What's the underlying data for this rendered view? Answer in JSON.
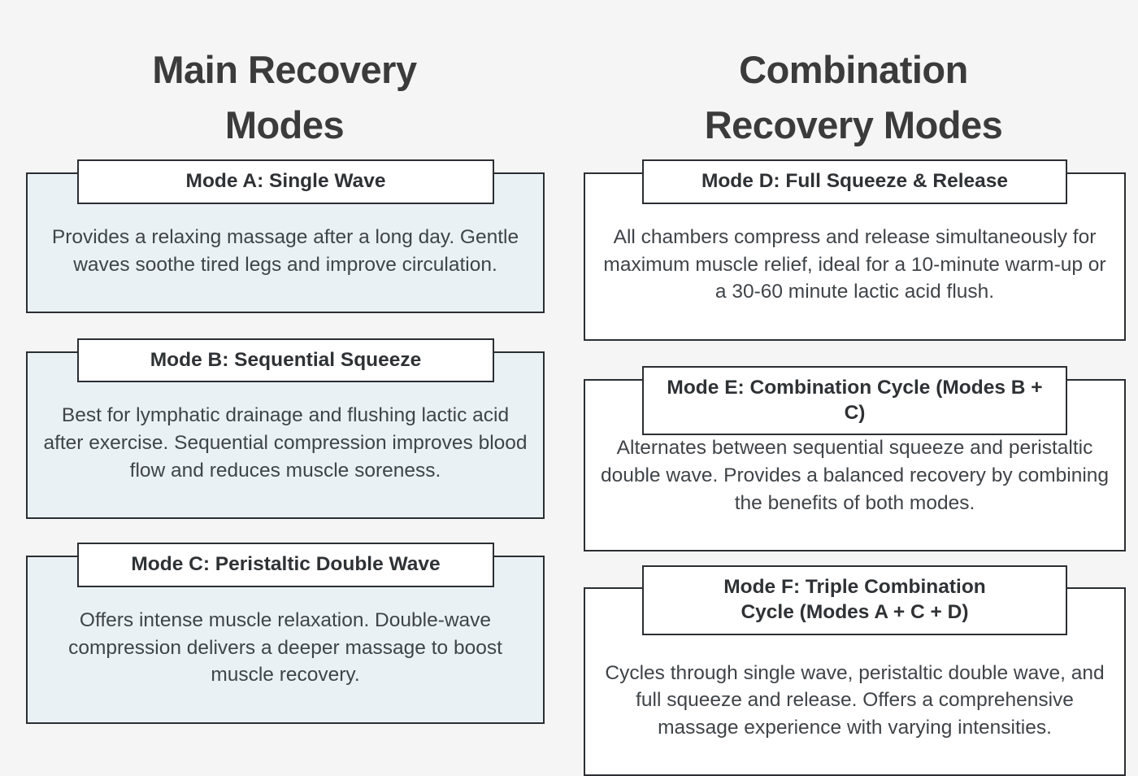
{
  "columns": [
    {
      "title": "Main Recovery\nModes",
      "accent_bg": "#eaf1f4",
      "cards": [
        {
          "header": "Mode A: Single Wave",
          "description": "Provides a relaxing massage after a long day. Gentle waves soothe tired legs and improve circulation."
        },
        {
          "header": "Mode B: Sequential Squeeze",
          "description": "Best for lymphatic drainage and flushing lactic acid after exercise. Sequential compression improves blood flow and reduces muscle soreness."
        },
        {
          "header": "Mode C: Peristaltic Double Wave",
          "description": "Offers intense muscle relaxation. Double-wave compression delivers a deeper massage to boost muscle recovery."
        }
      ]
    },
    {
      "title": "Combination\nRecovery Modes",
      "accent_bg": "#ffffff",
      "cards": [
        {
          "header": "Mode D: Full Squeeze & Release",
          "description": "All chambers compress and release simultaneously for maximum muscle relief, ideal for a 10-minute warm-up or a 30-60 minute lactic acid flush."
        },
        {
          "header": "Mode E: Combination Cycle (Modes B + C)",
          "description": "Alternates between sequential squeeze and peristaltic double wave. Provides a balanced recovery by combining the benefits of both modes."
        },
        {
          "header": "Mode F: Triple Combination\nCycle (Modes A + C + D)",
          "description": "Cycles through single wave, peristaltic double wave, and full squeeze and release. Offers a comprehensive massage experience with varying intensities."
        }
      ]
    }
  ],
  "theme": {
    "page_background": "#f5f5f5",
    "border_color": "#2b2f33",
    "title_color": "#3b3b3b",
    "text_color": "#3f4448"
  }
}
